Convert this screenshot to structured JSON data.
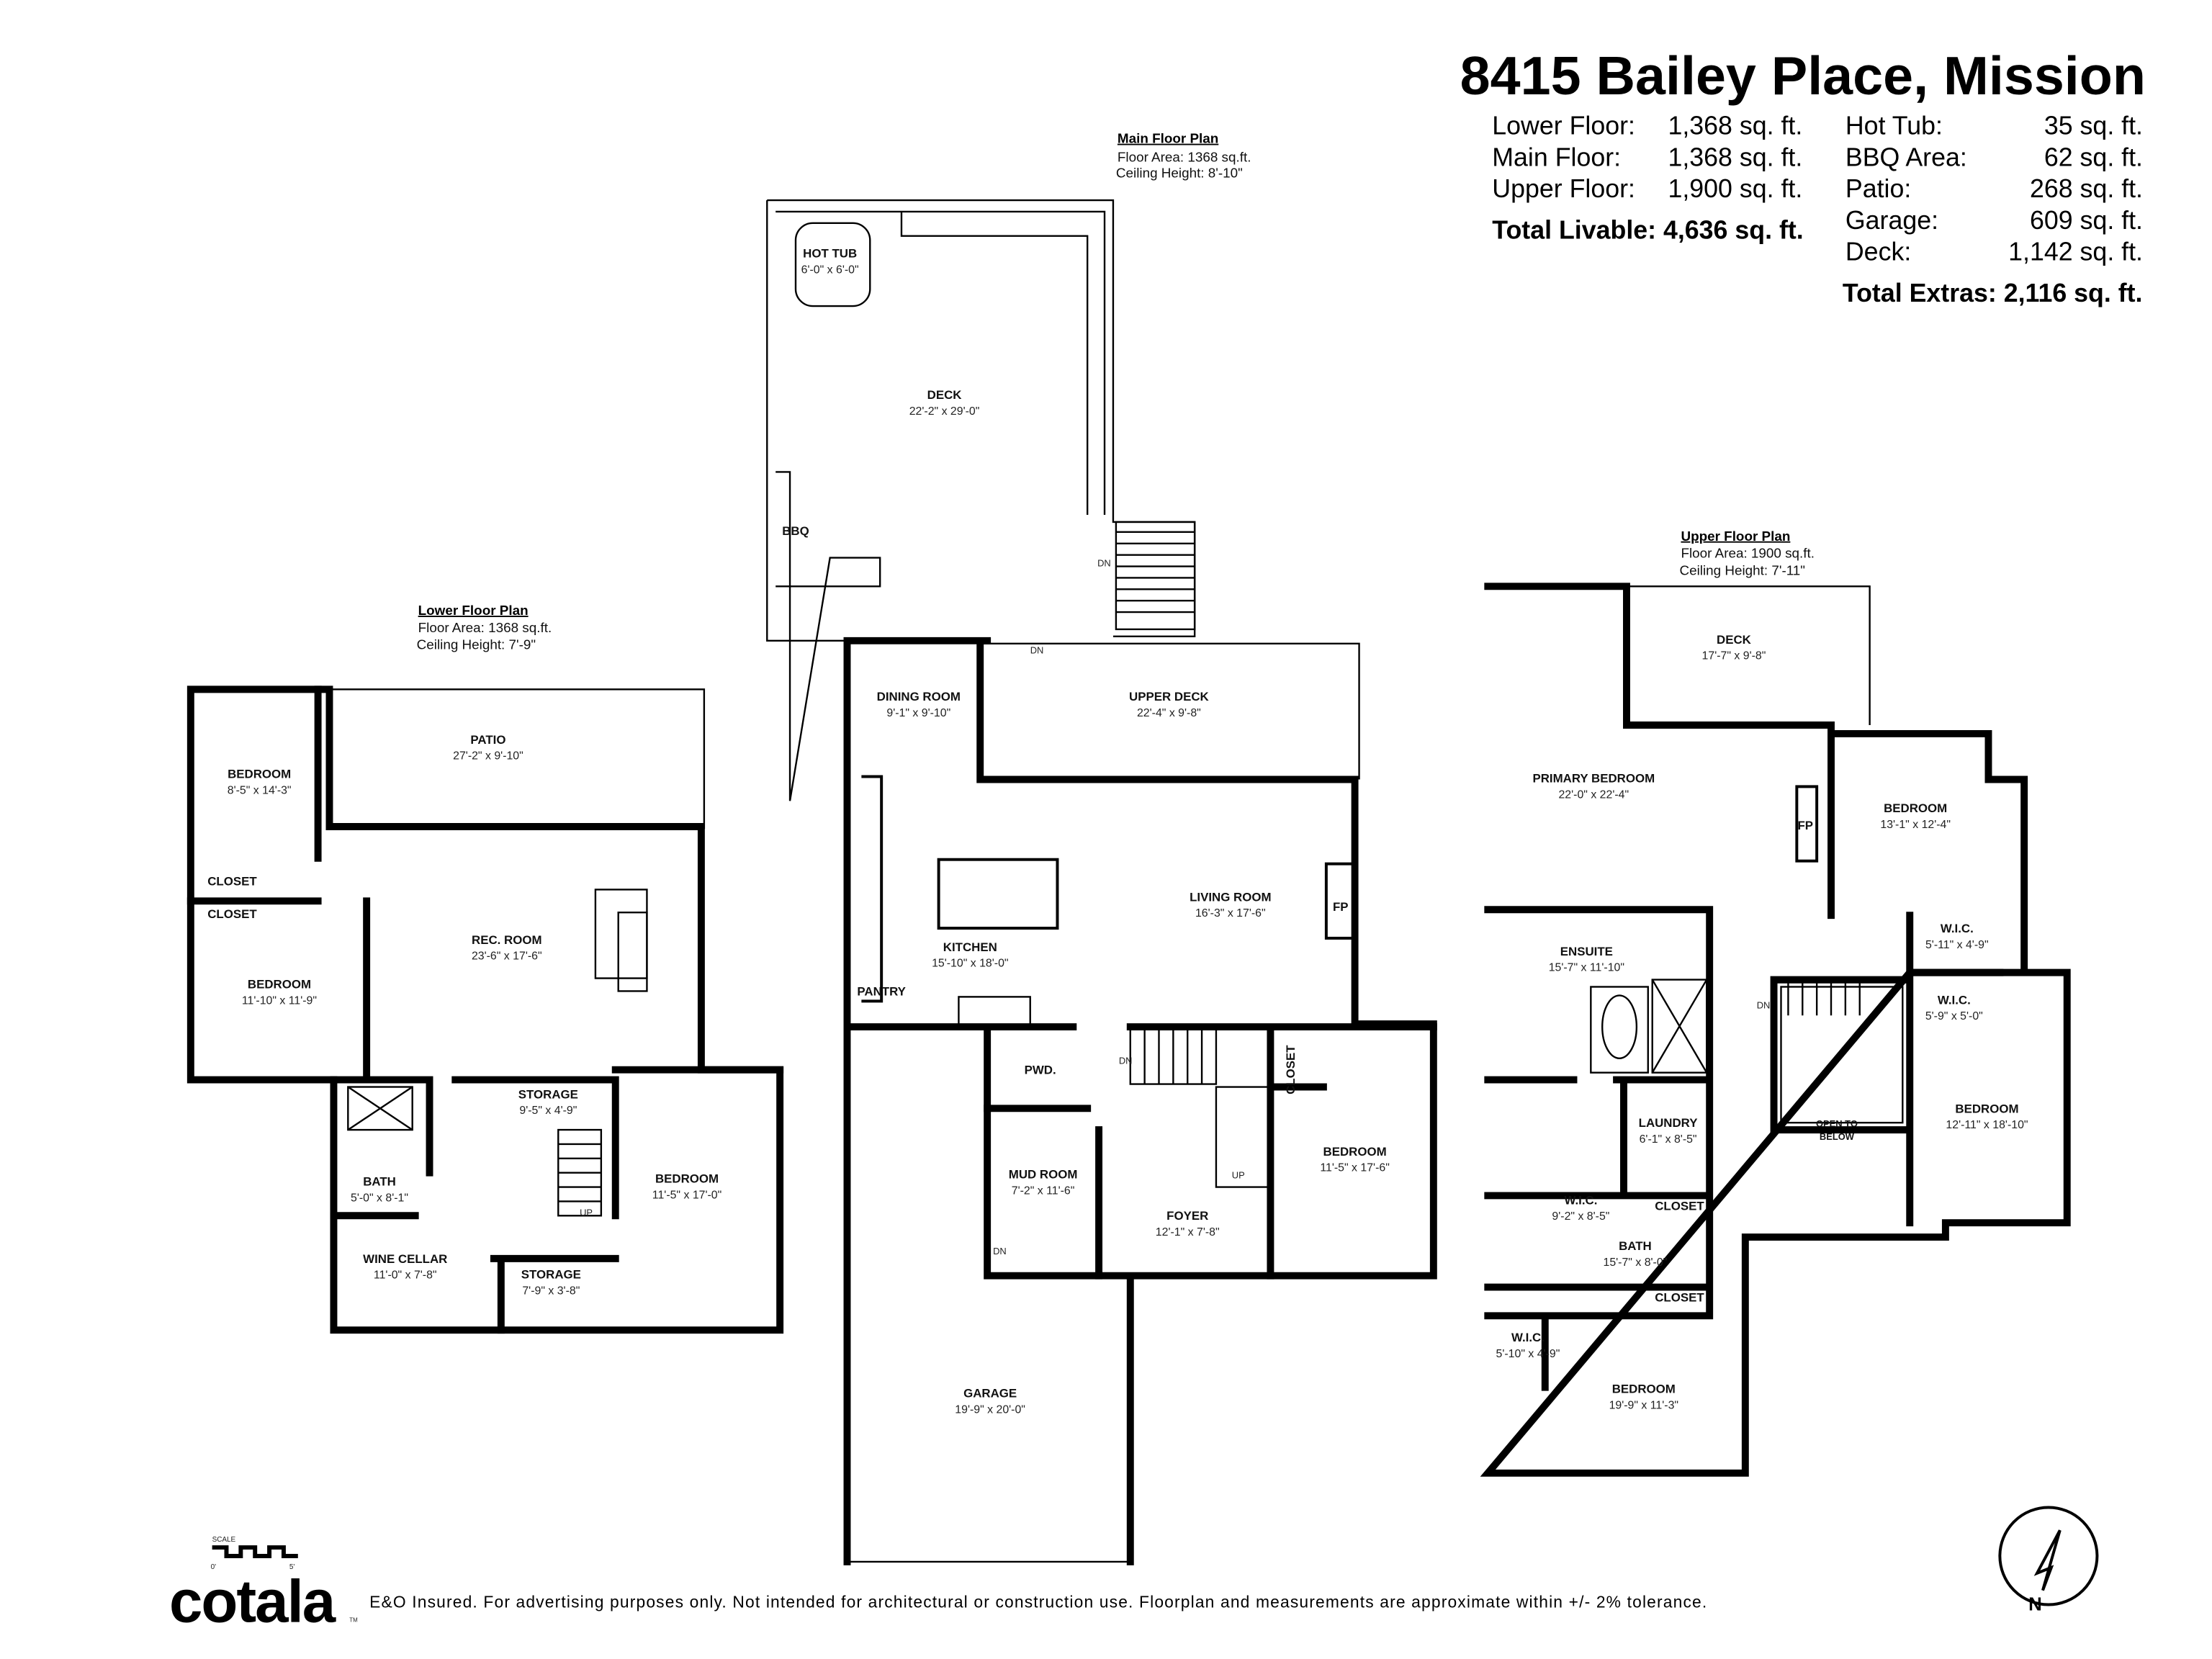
{
  "header": {
    "title": "8415 Bailey Place, Mission",
    "livable": [
      {
        "label": "Lower Floor:",
        "value": "1,368 sq. ft."
      },
      {
        "label": "Main Floor:",
        "value": "1,368 sq. ft."
      },
      {
        "label": "Upper Floor:",
        "value": "1,900 sq. ft."
      }
    ],
    "total_livable": "Total Livable: 4,636 sq. ft.",
    "extras": [
      {
        "label": "Hot Tub:",
        "value": "35 sq. ft."
      },
      {
        "label": "BBQ Area:",
        "value": "62 sq. ft."
      },
      {
        "label": "Patio:",
        "value": "268 sq. ft."
      },
      {
        "label": "Garage:",
        "value": "609 sq. ft."
      },
      {
        "label": "Deck:",
        "value": "1,142 sq. ft."
      }
    ],
    "total_extras": "Total Extras: 2,116 sq. ft."
  },
  "plans": {
    "lower": {
      "title": "Lower Floor Plan",
      "area": "Floor Area: 1368 sq.ft.",
      "ceiling": "Ceiling Height: 7'-9\""
    },
    "main": {
      "title": "Main Floor Plan",
      "area": "Floor Area: 1368 sq.ft.",
      "ceiling": "Ceiling Height: 8'-10\""
    },
    "upper": {
      "title": "Upper Floor Plan",
      "area": "Floor Area: 1900 sq.ft.",
      "ceiling": "Ceiling Height: 7'-11\""
    }
  },
  "rooms": {
    "lower": [
      {
        "name": "BEDROOM",
        "dim": "8'-5\" x 14'-3\""
      },
      {
        "name": "PATIO",
        "dim": "27'-2\" x 9'-10\""
      },
      {
        "name": "CLOSET",
        "dim": ""
      },
      {
        "name": "CLOSET",
        "dim": ""
      },
      {
        "name": "BEDROOM",
        "dim": "11'-10\" x 11'-9\""
      },
      {
        "name": "REC. ROOM",
        "dim": "23'-6\" x 17'-6\""
      },
      {
        "name": "STORAGE",
        "dim": "9'-5\" x 4'-9\""
      },
      {
        "name": "BATH",
        "dim": "5'-0\" x 8'-1\""
      },
      {
        "name": "BEDROOM",
        "dim": "11'-5\" x 17'-0\""
      },
      {
        "name": "WINE CELLAR",
        "dim": "11'-0\" x 7'-8\""
      },
      {
        "name": "STORAGE",
        "dim": "7'-9\" x 3'-8\""
      }
    ],
    "main": [
      {
        "name": "HOT TUB",
        "dim": "6'-0\" x 6'-0\""
      },
      {
        "name": "DECK",
        "dim": "22'-2\" x 29'-0\""
      },
      {
        "name": "BBQ",
        "dim": ""
      },
      {
        "name": "DINING ROOM",
        "dim": "9'-1\" x 9'-10\""
      },
      {
        "name": "UPPER DECK",
        "dim": "22'-4\" x 9'-8\""
      },
      {
        "name": "LIVING ROOM",
        "dim": "16'-3\" x 17'-6\""
      },
      {
        "name": "FP",
        "dim": ""
      },
      {
        "name": "KITCHEN",
        "dim": "15'-10\" x 18'-0\""
      },
      {
        "name": "PANTRY",
        "dim": ""
      },
      {
        "name": "PWD.",
        "dim": ""
      },
      {
        "name": "MUD ROOM",
        "dim": "7'-2\" x 11'-6\""
      },
      {
        "name": "FOYER",
        "dim": "12'-1\" x 7'-8\""
      },
      {
        "name": "BEDROOM",
        "dim": "11'-5\" x 17'-6\""
      },
      {
        "name": "GARAGE",
        "dim": "19'-9\" x 20'-0\""
      }
    ],
    "upper": [
      {
        "name": "DECK",
        "dim": "17'-7\" x 9'-8\""
      },
      {
        "name": "PRIMARY BEDROOM",
        "dim": "22'-0\" x 22'-4\""
      },
      {
        "name": "FP",
        "dim": ""
      },
      {
        "name": "BEDROOM",
        "dim": "13'-1\" x 12'-4\""
      },
      {
        "name": "ENSUITE",
        "dim": "15'-7\" x 11'-10\""
      },
      {
        "name": "W.I.C.",
        "dim": "5'-11\" x 4'-9\""
      },
      {
        "name": "W.I.C.",
        "dim": "5'-9\" x 5'-0\""
      },
      {
        "name": "BEDROOM",
        "dim": "12'-11\" x 18'-10\""
      },
      {
        "name": "W.I.C.",
        "dim": "9'-2\" x 8'-5\""
      },
      {
        "name": "LAUNDRY",
        "dim": "6'-1\" x 8'-5\""
      },
      {
        "name": "CLOSET",
        "dim": ""
      },
      {
        "name": "BATH",
        "dim": "15'-7\" x 8'-0\""
      },
      {
        "name": "CLOSET",
        "dim": ""
      },
      {
        "name": "W.I.C.",
        "dim": "5'-10\" x 4'-9\""
      },
      {
        "name": "BEDROOM",
        "dim": "19'-9\" x 11'-3\""
      }
    ]
  },
  "closet_vertical": "CLOSET",
  "open_to_below": [
    "OPEN TO",
    "BELOW"
  ],
  "stairs": {
    "up": "UP",
    "dn": "DN"
  },
  "scale": {
    "label": "SCALE",
    "min": "0'",
    "max": "5'"
  },
  "compass": {
    "label": "N",
    "icon": "north-arrow-icon"
  },
  "footer": {
    "logo": "cotala",
    "tm": "TM",
    "disclaimer": "E&O Insured. For advertising purposes only. Not intended for architectural or construction use. Floorplan and measurements are approximate within +/- 2% tolerance."
  }
}
